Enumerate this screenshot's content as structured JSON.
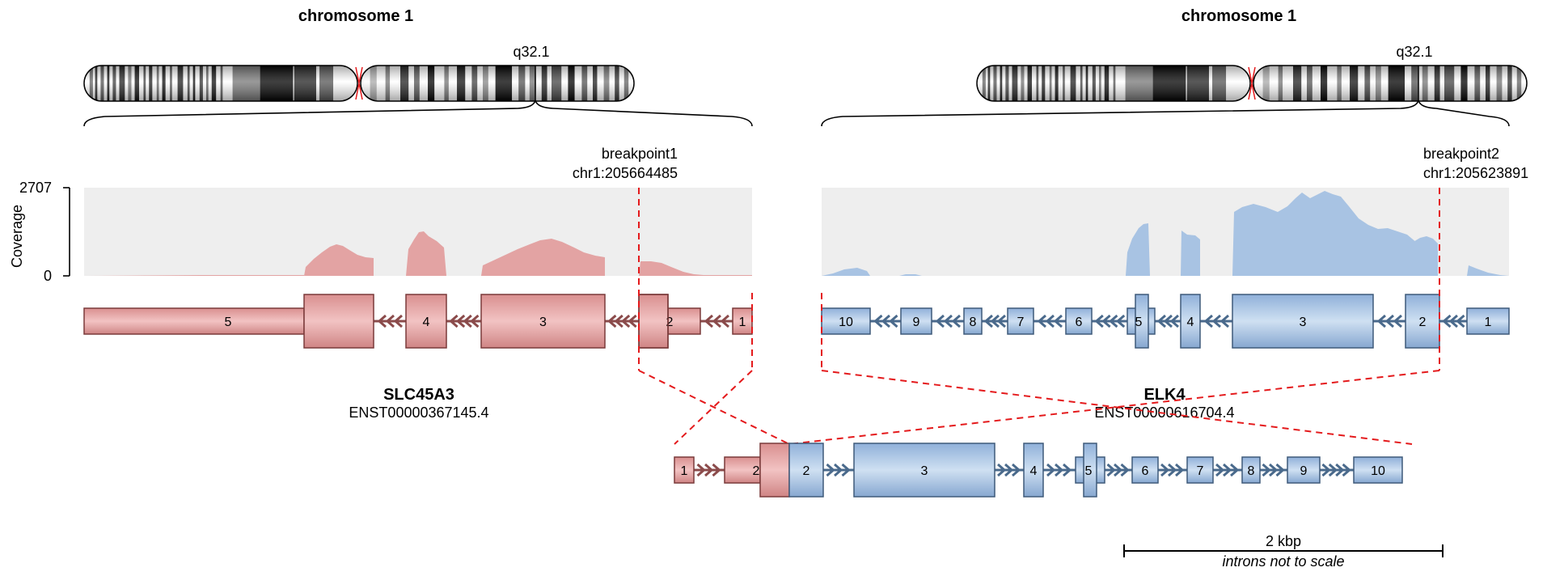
{
  "colors": {
    "gene5": "#e3a3a3",
    "gene5_dark": "#c97b7b",
    "gene5_stroke": "#7a3a3a",
    "gene3": "#a8c3e3",
    "gene3_dark": "#7f9fc8",
    "gene3_stroke": "#3f5a7a",
    "coverage_bg": "#eeeeee",
    "breakpoint": "#e41a1c"
  },
  "left_panel": {
    "chromosome_title": "chromosome 1",
    "band_label": "q32.1",
    "breakpoint_label": "breakpoint1",
    "breakpoint_coord": "chr1:205664485",
    "gene_name": "SLC45A3",
    "transcript_id": "ENST00000367145.4",
    "exons": [
      "5",
      "4",
      "3",
      "2",
      "1"
    ]
  },
  "right_panel": {
    "chromosome_title": "chromosome 1",
    "band_label": "q32.1",
    "breakpoint_label": "breakpoint2",
    "breakpoint_coord": "chr1:205623891",
    "gene_name": "ELK4",
    "transcript_id": "ENST00000616704.4",
    "exons": [
      "10",
      "9",
      "8",
      "7",
      "6",
      "5",
      "4",
      "3",
      "2",
      "1"
    ]
  },
  "coverage_axis": {
    "label": "Coverage",
    "max": "2707",
    "min": "0"
  },
  "fusion": {
    "exons": [
      "1",
      "2",
      "2",
      "3",
      "4",
      "5",
      "6",
      "7",
      "8",
      "9",
      "10"
    ]
  },
  "scale_bar": {
    "label": "2 kbp",
    "note": "introns not to scale"
  }
}
